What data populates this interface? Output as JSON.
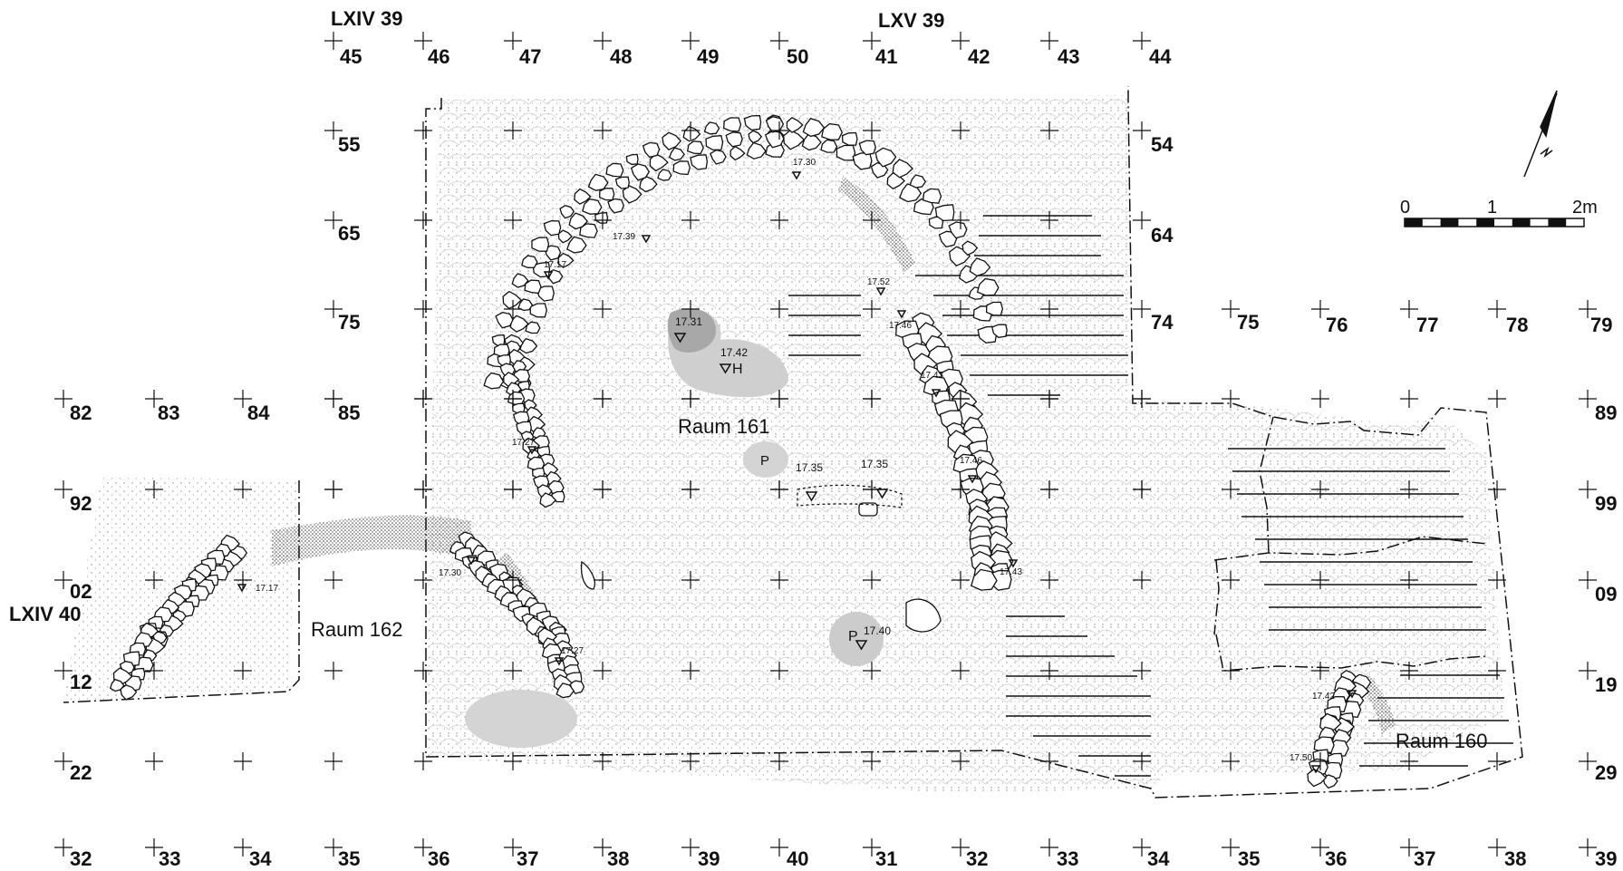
{
  "sectors": [
    "LXIV 39",
    "LXV 39",
    "LXIV 40"
  ],
  "grid_top": [
    "45",
    "46",
    "47",
    "48",
    "49",
    "50",
    "41",
    "42",
    "43",
    "44"
  ],
  "grid_bottom": [
    "32",
    "33",
    "34",
    "35",
    "36",
    "37",
    "38",
    "39",
    "40",
    "31",
    "32",
    "33",
    "34",
    "35",
    "36",
    "37",
    "38",
    "39"
  ],
  "grid_left": [
    "55",
    "65",
    "75",
    "85",
    "92",
    "02",
    "12",
    "22"
  ],
  "grid_left_far": [
    "82",
    "83",
    "84"
  ],
  "grid_right": [
    "54",
    "64",
    "74",
    "89",
    "99",
    "09",
    "19",
    "29"
  ],
  "grid_right_row": [
    "75",
    "76",
    "77",
    "78",
    "79"
  ],
  "rooms": {
    "r161": "Raum 161",
    "r162": "Raum 162",
    "r160": "Raum 160"
  },
  "elevations": {
    "e1730": "17.30",
    "e1739": "17.39",
    "e1717a": "17.17",
    "e1752": "17.52",
    "e1746a": "17.46",
    "e1731": "17.31",
    "e1742a": "17.42",
    "e1743a": "17.43",
    "e1727a": "17.27",
    "e1735a": "17.35",
    "e1735b": "17.35",
    "e1746b": "17.46",
    "e1743b": "17.43",
    "e1730b": "17.30",
    "e1717b": "17.17",
    "e1727b": "17.27",
    "e1740": "17.40",
    "e1742b": "17.42",
    "e1750": "17.50"
  },
  "markers": {
    "h": "H",
    "p1": "P",
    "p2": "P"
  },
  "scale": {
    "ticks": [
      "0",
      "1",
      "2m"
    ]
  },
  "colors": {
    "ink": "#111111",
    "dots": "#777777",
    "pit": "#bdbdbd",
    "pit_dark": "#a0a0a0"
  }
}
